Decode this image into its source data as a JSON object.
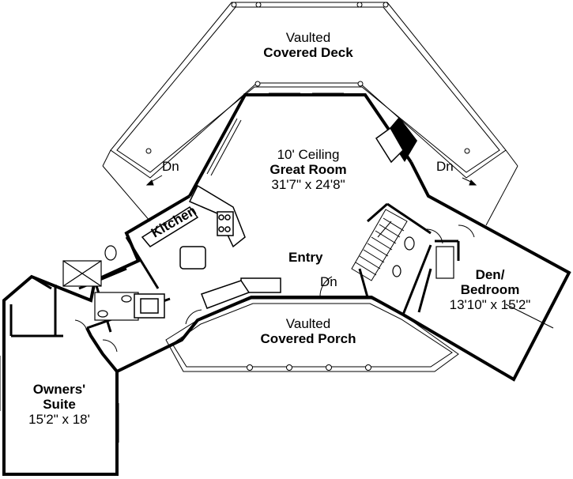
{
  "rooms": {
    "covered_deck": {
      "line1": "Vaulted",
      "line2": "Covered Deck"
    },
    "great_room": {
      "line1": "10' Ceiling",
      "line2": "Great Room",
      "line3": "31'7\" x 24'8\""
    },
    "kitchen": {
      "name": "Kitchen"
    },
    "entry": {
      "name": "Entry"
    },
    "den": {
      "line1": "Den/",
      "line2": "Bedroom",
      "line3": "13'10\" x 15'2\""
    },
    "covered_porch": {
      "line1": "Vaulted",
      "line2": "Covered Porch"
    },
    "owners_suite": {
      "line1": "Owners'",
      "line2": "Suite",
      "line3": "15'2\" x 18'"
    }
  },
  "stair_labels": {
    "deck_left": "Dn",
    "deck_right": "Dn",
    "entry": "Dn"
  }
}
